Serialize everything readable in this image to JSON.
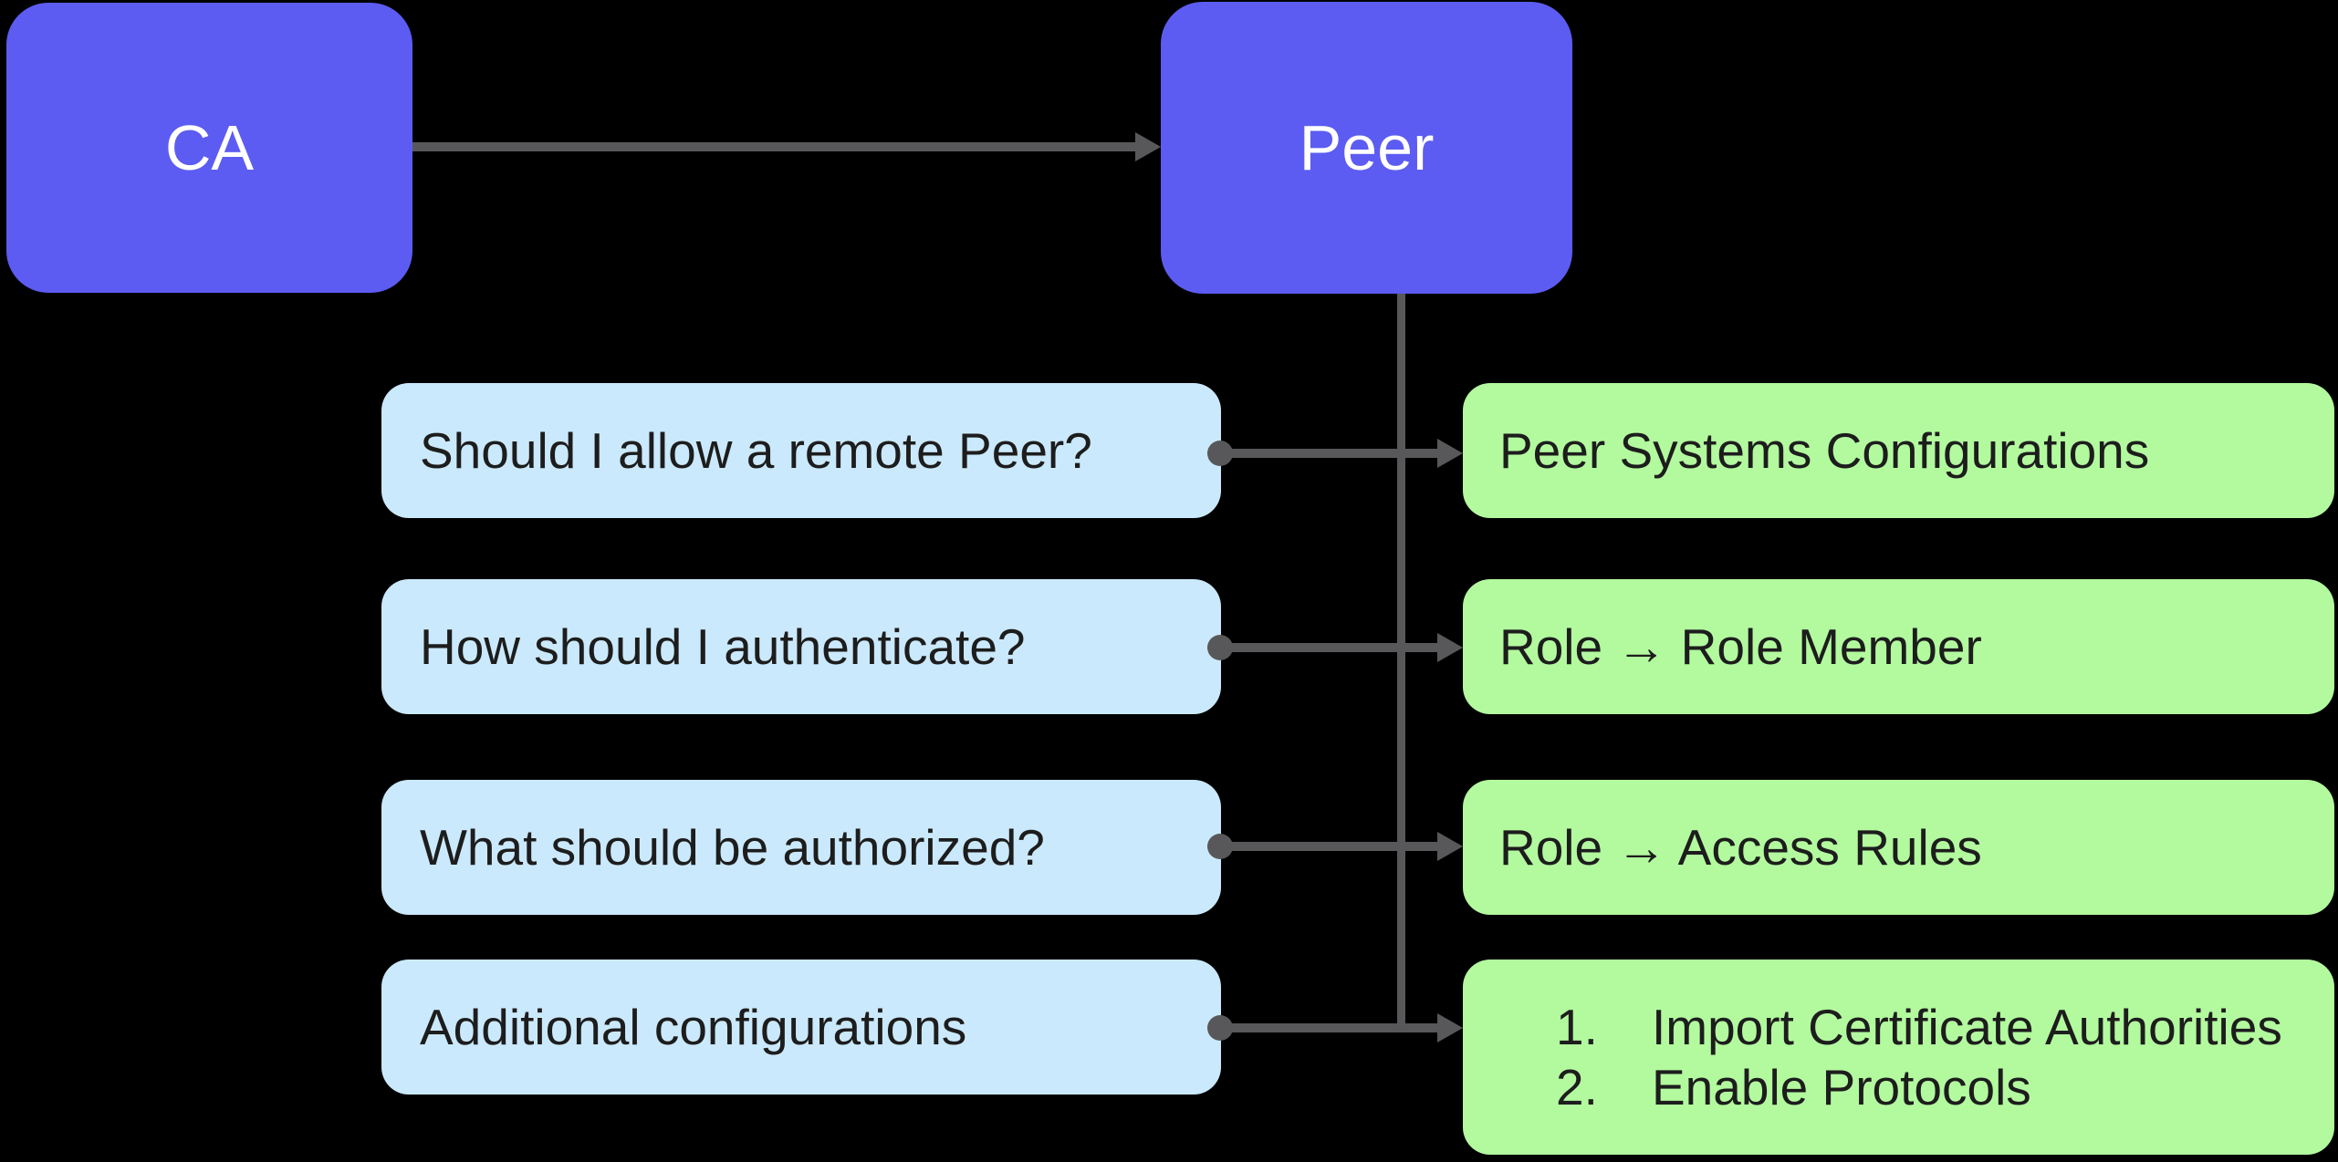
{
  "colors": {
    "purple": "#5C5CF2",
    "blue": "#CBE9FC",
    "green": "#B3FA9F",
    "line": "#58585A",
    "text_dark": "#1D1D1D",
    "text_light": "#FFFFFF",
    "bg": "#000000"
  },
  "top_nodes": [
    {
      "id": "ca",
      "label": "CA"
    },
    {
      "id": "peer",
      "label": "Peer"
    }
  ],
  "rows": [
    {
      "question": "Should I allow a remote Peer?",
      "answer": "Peer Systems Configurations"
    },
    {
      "question": "How should I authenticate?",
      "answer": "Role → Role Member"
    },
    {
      "question": "What should be authorized?",
      "answer": "Role → Access Rules"
    },
    {
      "question": "Additional configurations",
      "answer_list": [
        {
          "num": "1.",
          "text": "Import Certificate Authorities"
        },
        {
          "num": "2.",
          "text": "Enable Protocols"
        }
      ]
    }
  ]
}
